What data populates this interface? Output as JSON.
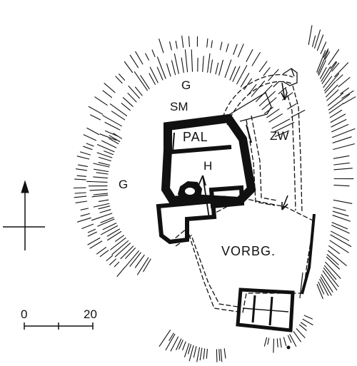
{
  "labels": {
    "graben_top": "G",
    "schildmauer": "SM",
    "palas": "PAL",
    "hof": "H",
    "graben_left": "G",
    "graben_inner": "G",
    "zwinger": "ZW",
    "vorburg": "VORBG."
  },
  "scale": {
    "start": "0",
    "end": "20"
  },
  "colors": {
    "ink": "#111111",
    "paper": "#ffffff"
  },
  "icons": {
    "north": "north-arrow-icon",
    "ascent": "ascent-arrow-icon"
  }
}
